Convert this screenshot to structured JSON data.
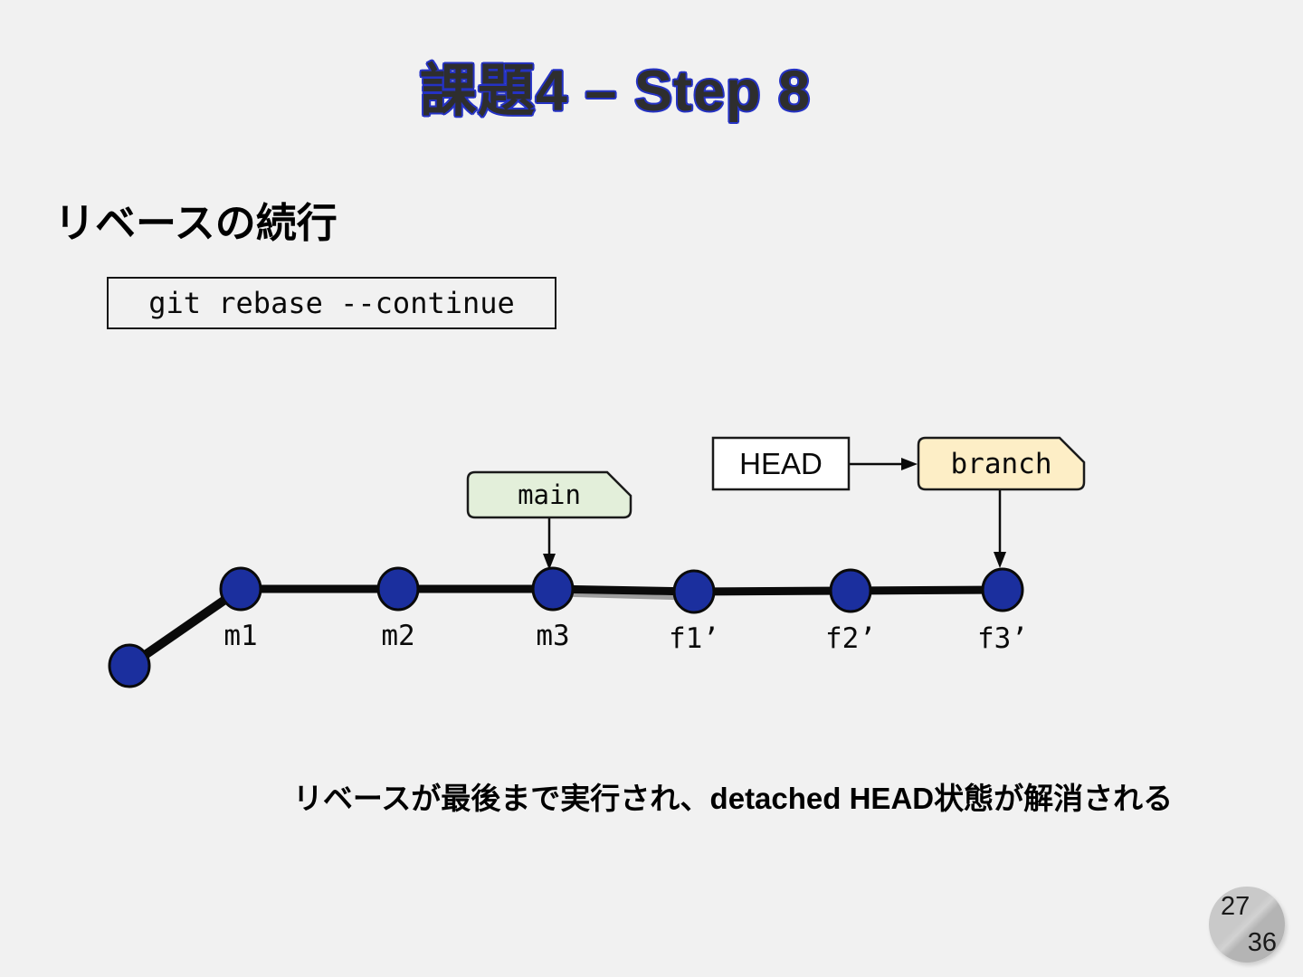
{
  "slide": {
    "title": "課題4 – Step 8",
    "heading": "リベースの続行",
    "command": "git rebase --continue",
    "caption": "リベースが最後まで実行され、detached HEAD状態が解消される"
  },
  "graph": {
    "tags": {
      "main": "main",
      "head": "HEAD",
      "branch": "branch"
    },
    "commit_labels": [
      "m1",
      "m2",
      "m3",
      "f1’",
      "f2’",
      "f3’"
    ],
    "colors": {
      "node_fill": "#1b2f9e",
      "node_stroke": "#0a0a0a",
      "edge": "#0a0a0a",
      "main_tag_fill": "#e3efda",
      "branch_tag_fill": "#fdeec6",
      "head_box_fill": "#ffffff",
      "tag_stroke": "#1a1a1a"
    }
  },
  "footer": {
    "page_current": "27",
    "page_total": "36"
  }
}
